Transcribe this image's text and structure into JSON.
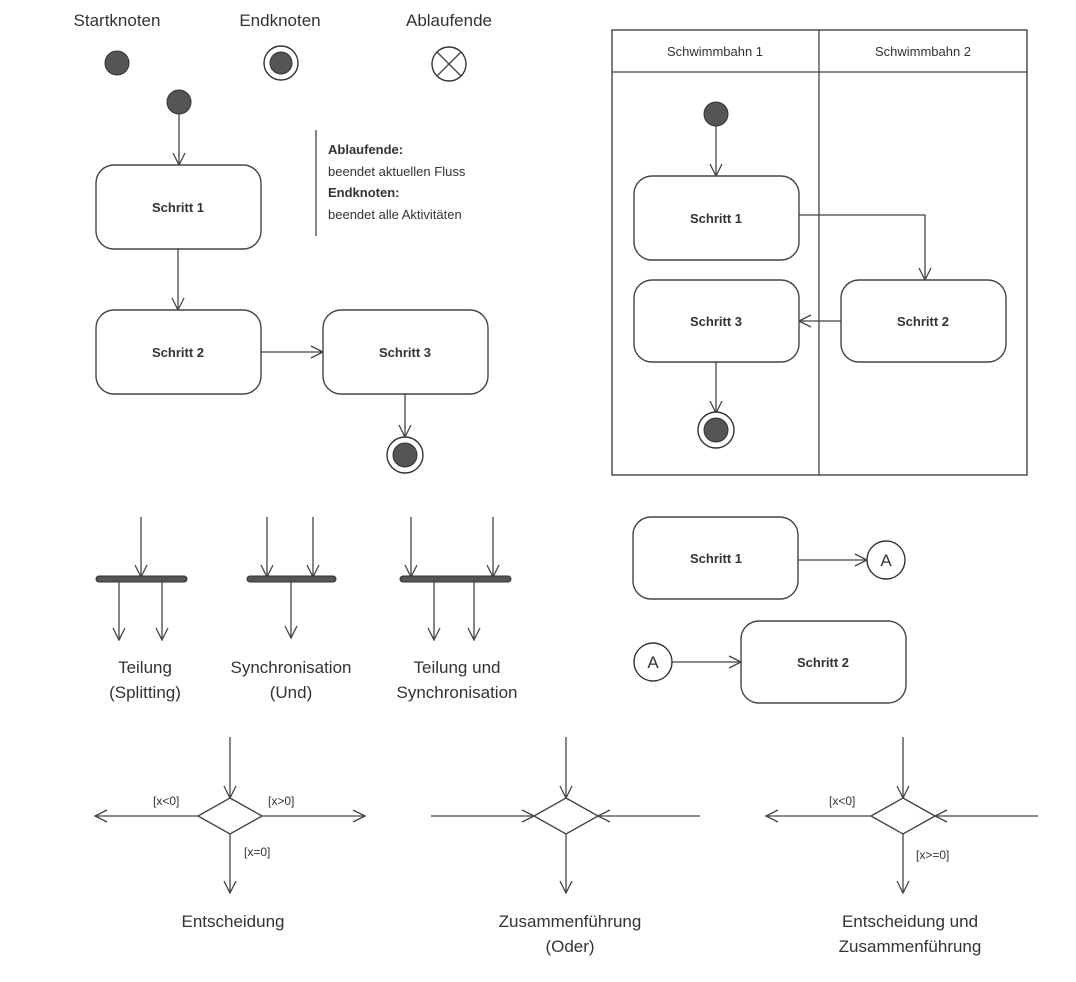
{
  "legend": {
    "start": "Startknoten",
    "end": "Endknoten",
    "flow_end": "Ablaufende"
  },
  "note": {
    "flow_end_title": "Ablaufende:",
    "flow_end_text": "beendet aktuellen Fluss",
    "end_title": "Endknoten:",
    "end_text": "beendet alle Aktivitäten"
  },
  "steps": {
    "s1": "Schritt 1",
    "s2": "Schritt 2",
    "s3": "Schritt 3"
  },
  "swimlanes": {
    "lane1": "Schwimmbahn 1",
    "lane2": "Schwimmbahn 2"
  },
  "connector": {
    "label": "A"
  },
  "bars": {
    "split_line1": "Teilung",
    "split_line2": "(Splitting)",
    "sync_line1": "Synchronisation",
    "sync_line2": "(Und)",
    "both_line1": "Teilung und",
    "both_line2": "Synchronisation"
  },
  "decisions": {
    "decision": "Entscheidung",
    "merge_line1": "Zusammenführung",
    "merge_line2": "(Oder)",
    "both_line1": "Entscheidung und",
    "both_line2": "Zusammenführung",
    "cond_lt": "[x<0]",
    "cond_gt": "[x>0]",
    "cond_eq": "[x=0]",
    "cond_ge": "[x>=0]"
  }
}
